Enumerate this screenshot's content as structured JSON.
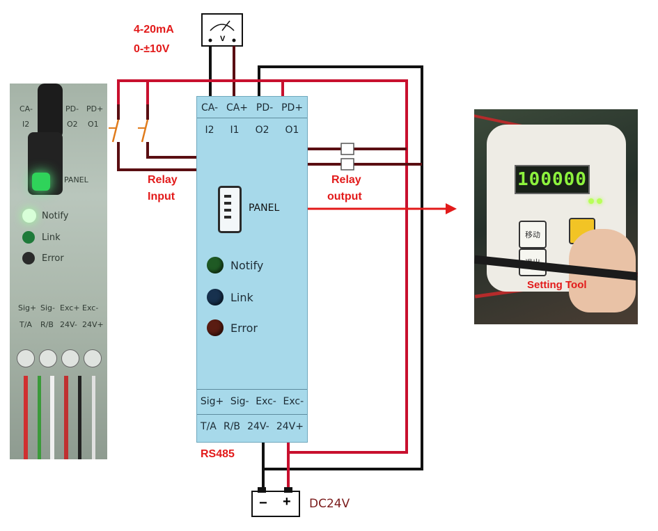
{
  "output_label": {
    "line1": "4-20mA",
    "line2": "0-±10V"
  },
  "meter": {
    "symbol": "V"
  },
  "module": {
    "top_terminals_upper": [
      "CA-",
      "CA+",
      "PD-",
      "PD+"
    ],
    "top_terminals_lower": [
      "I2",
      "I1",
      "O2",
      "O1"
    ],
    "panel_label": "PANEL",
    "leds": [
      {
        "label": "Notify",
        "color": "#1f5a24"
      },
      {
        "label": "Link",
        "color": "#17314e"
      },
      {
        "label": "Error",
        "color": "#5a1c12"
      }
    ],
    "bottom_terminals_upper": [
      "Sig+",
      "Sig-",
      "Exc-",
      "Exc-"
    ],
    "bottom_terminals_lower": [
      "T/A",
      "R/B",
      "24V-",
      "24V+"
    ]
  },
  "relay_input": {
    "line1": "Relay",
    "line2": "Input"
  },
  "relay_output": {
    "line1": "Relay",
    "line2": "output"
  },
  "rs485": "RS485",
  "power": {
    "minus": "−",
    "plus": "+",
    "label": "DC24V"
  },
  "photo_left": {
    "top_upper": [
      "CA-",
      "PD-",
      "PD+"
    ],
    "top_lower": [
      "I2",
      "O2",
      "O1"
    ],
    "panel": "PANEL",
    "leds": [
      "Notify",
      "Link",
      "Error"
    ],
    "bottom_upper": [
      "Sig+",
      "Sig-",
      "Exc+",
      "Exc-"
    ],
    "bottom_lower": [
      "T/A",
      "R/B",
      "24V-",
      "24V+"
    ]
  },
  "photo_right": {
    "display": "100000",
    "key_move": "移动",
    "key_exit": "退出",
    "caption": "Setting Tool"
  },
  "colors": {
    "wire_red": "#c8102e",
    "wire_dark": "#5a0e12",
    "highlight": "#e21a1a",
    "module": "#a7d9ea"
  }
}
